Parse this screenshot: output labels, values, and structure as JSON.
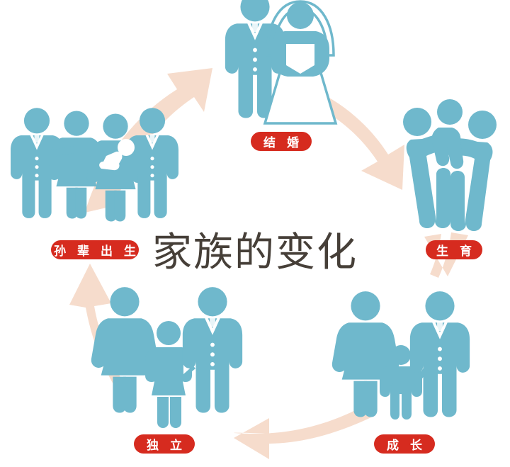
{
  "diagram": {
    "title": "家族的变化",
    "arrow_color": "#F6DCCC",
    "figure_color": "#6FB8CC",
    "label_bg_color": "#D62B1F",
    "label_text_color": "#FFFFFF",
    "title_color": "#463F38",
    "direction": "clockwise"
  },
  "stages": [
    {
      "id": "marriage",
      "label": "结 婚",
      "position": "top",
      "figures": "groom-and-bride"
    },
    {
      "id": "childbirth",
      "label": "生 育",
      "position": "right",
      "figures": "parents-holding-baby"
    },
    {
      "id": "growth",
      "label": "成 长",
      "position": "bottom-right",
      "figures": "mother-child-father"
    },
    {
      "id": "independence",
      "label": "独 立",
      "position": "bottom-left",
      "figures": "mother-young-adult-father"
    },
    {
      "id": "grandchildren",
      "label": "孙 辈 出 生",
      "position": "left",
      "figures": "grandparents-parents-baby"
    }
  ],
  "icons": {
    "arrow": "curved-arrow-icon",
    "groom": "groom-icon",
    "bride": "bride-icon",
    "baby": "baby-icon",
    "adult_male": "adult-male-icon",
    "adult_female": "adult-female-icon",
    "child": "child-icon"
  }
}
